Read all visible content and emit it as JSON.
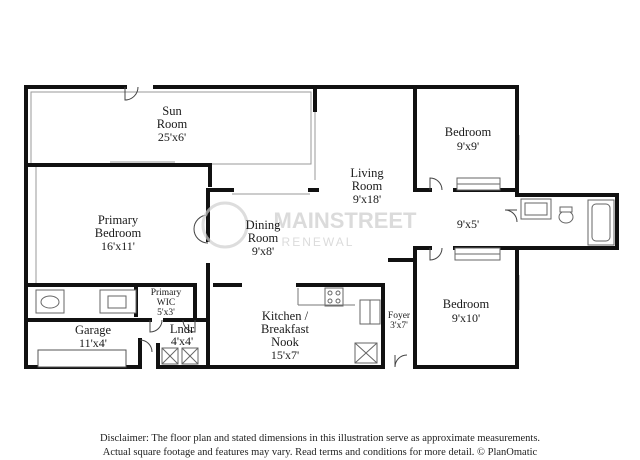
{
  "rooms": {
    "sun_room": {
      "name_line1": "Sun",
      "name_line2": "Room",
      "dim": "25'x6'"
    },
    "bedroom_top": {
      "name": "Bedroom",
      "dim": "9'x9'"
    },
    "living_room": {
      "name_line1": "Living",
      "name_line2": "Room",
      "dim": "9'x18'"
    },
    "primary_bedroom": {
      "name_line1": "Primary",
      "name_line2": "Bedroom",
      "dim": "16'x11'"
    },
    "dining_room": {
      "name_line1": "Dining",
      "name_line2": "Room",
      "dim": "9'x8'"
    },
    "bath_hall": {
      "dim": "9'x5'"
    },
    "primary_wic": {
      "name_line1": "Primary",
      "name_line2": "WIC",
      "dim": "5'x3'"
    },
    "bedroom_bottom": {
      "name": "Bedroom",
      "dim": "9'x10'"
    },
    "garage": {
      "name": "Garage",
      "dim": "11'x4'"
    },
    "laundry": {
      "name": "Lndr",
      "dim": "4'x4'"
    },
    "kitchen": {
      "name_line1": "Kitchen /",
      "name_line2": "Breakfast",
      "name_line3": "Nook",
      "dim": "15'x7'"
    },
    "foyer": {
      "name": "Foyer",
      "dim": "3'x7'"
    }
  },
  "watermark": {
    "line1": "MAINSTREET",
    "line2": "RENEWAL"
  },
  "disclaimer": {
    "line1": "Disclaimer: The floor plan and stated dimensions in this illustration serve as approximate measurements.",
    "line2": "Actual square footage and features may vary. Read terms and conditions for more detail. © PlanOmatic"
  }
}
